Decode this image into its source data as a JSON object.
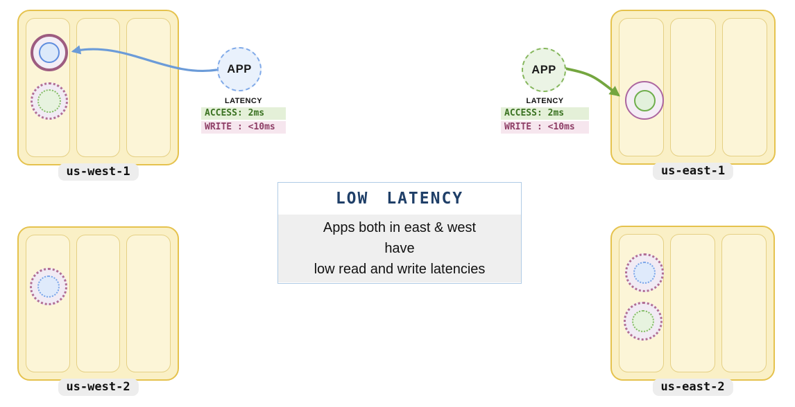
{
  "regions": [
    {
      "id": "us-west-1",
      "label": "us-west-1"
    },
    {
      "id": "us-east-1",
      "label": "us-east-1"
    },
    {
      "id": "us-west-2",
      "label": "us-west-2"
    },
    {
      "id": "us-east-2",
      "label": "us-east-2"
    }
  ],
  "app_west": {
    "label": "APP"
  },
  "app_east": {
    "label": "APP"
  },
  "latency_west": {
    "title": "LATENCY",
    "access": "ACCESS: 2ms",
    "write": "WRITE : <10ms"
  },
  "latency_east": {
    "title": "LATENCY",
    "access": "ACCESS: 2ms",
    "write": "WRITE : <10ms"
  },
  "callout": {
    "title": "LOW LATENCY",
    "lines": [
      "Apps both in east & west",
      "have",
      "low read and write latencies"
    ]
  },
  "colors": {
    "region_fill": "#FAF0C6",
    "region_border": "#E5C24D",
    "column_fill": "#FCF5D7",
    "column_border": "#E5D084",
    "arrow_blue": "#6B9BD8",
    "arrow_green": "#74A63F",
    "access_text": "#3A7221",
    "access_bg": "#E4F0D8",
    "write_text": "#8E3E66",
    "write_bg": "#F6E6EE",
    "callout_title": "#1F3F68",
    "callout_border": "#AFCBE5",
    "replica_ring_purple": "#9D5C80",
    "replica_blue": "#5F8DDE",
    "replica_green": "#6FAE4C"
  }
}
